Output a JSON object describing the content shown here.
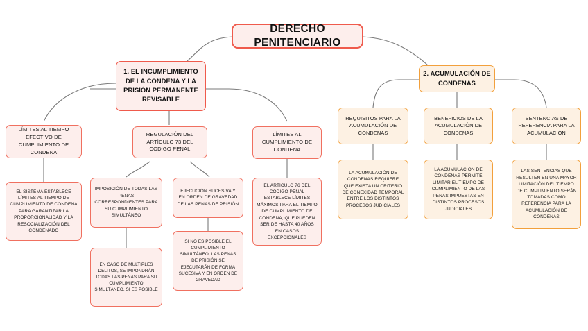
{
  "diagram": {
    "title": "DERECHO PENITENCIARIO",
    "type": "mind-map",
    "colors": {
      "red_border": "#ef5a4c",
      "red_fill": "#fdeeec",
      "orange_border": "#f2a03c",
      "orange_fill": "#fdf1e3",
      "edge": "#7a7a7a",
      "background": "#ffffff"
    }
  },
  "root": {
    "label": "DERECHO PENITENCIARIO"
  },
  "branch1": {
    "label": "1. EL INCUMPLIMIENTO DE LA CONDENA Y LA PRISIÓN PERMANENTE REVISABLE",
    "children": [
      {
        "label": "LÍMITES AL TIEMPO EFECTIVO DE CUMPLIMIENTO DE CONDENA",
        "children": [
          {
            "label": "EL SISTEMA ESTABLECE LÍMITES AL TIEMPO DE CUMPLIMIENTO DE CONDENA PARA GARANTIZAR LA PROPORCIONALIDAD Y LA RESOCIALIZACIÓN DEL CONDENADO"
          }
        ]
      },
      {
        "label": "REGULACIÓN DEL ARTÍCULO 73 DEL CÓDIGO PENAL",
        "children": [
          {
            "label": "IMPOSICIÓN DE TODAS LAS PENAS CORRESPONDIENTES PARA SU CUMPLIMIENTO SIMULTÁNEO",
            "children": [
              {
                "label": "EN CASO DE MÚLTIPLES DELITOS, SE IMPONDRÁN TODAS LAS PENAS PARA SU CUMPLIMIENTO SIMULTÁNEO, SI ES POSIBLE"
              }
            ]
          },
          {
            "label": "EJECUCIÓN SUCESIVA Y EN ORDEN DE GRAVEDAD DE LAS PENAS DE PRISIÓN",
            "children": [
              {
                "label": "SI NO ES POSIBLE EL CUMPLIMIENTO SIMULTÁNEO, LAS PENAS DE PRISIÓN SE EJECUTARÁN DE FORMA SUCESIVA Y EN ORDEN DE GRAVEDAD"
              }
            ]
          }
        ]
      },
      {
        "label": "LÍMITES AL CUMPLIMIENTO DE CONDENA",
        "children": [
          {
            "label": "EL ARTÍCULO 76 DEL CÓDIGO PENAL ESTABLECE LÍMITES MÁXIMOS PARA EL TIEMPO DE CUMPLIMIENTO DE CONDENA, QUE PUEDEN SER DE HASTA 40 AÑOS EN CASOS EXCEPCIONALES"
          }
        ]
      }
    ]
  },
  "branch2": {
    "label": "2. ACUMULACIÓN DE CONDENAS",
    "children": [
      {
        "label": "REQUISITOS PARA LA ACUMULACIÓN DE CONDENAS",
        "children": [
          {
            "label": "LA ACUMULACIÓN DE CONDENAS REQUIERE QUE EXISTA UN CRITERIO DE CONEXIDAD TEMPORAL ENTRE LOS DISTINTOS PROCESOS JUDICIALES"
          }
        ]
      },
      {
        "label": "BENEFICIOS DE LA ACUMULACIÓN DE CONDENAS",
        "children": [
          {
            "label": "LA ACUMULACIÓN DE CONDENAS PERMITE LIMITAR EL TIEMPO DE CUMPLIMIENTO DE LAS PENAS IMPUESTAS EN DISTINTOS PROCESOS JUDICIALES"
          }
        ]
      },
      {
        "label": "SENTENCIAS DE REFERENCIA PARA LA ACUMULACIÓN",
        "children": [
          {
            "label": "LAS SENTENCIAS QUE RESULTEN EN UNA MAYOR LIMITACIÓN DEL TIEMPO DE CUMPLIMIENTO SERÁN TOMADAS COMO REFERENCIA PARA LA ACUMULACIÓN DE CONDENAS"
          }
        ]
      }
    ]
  }
}
